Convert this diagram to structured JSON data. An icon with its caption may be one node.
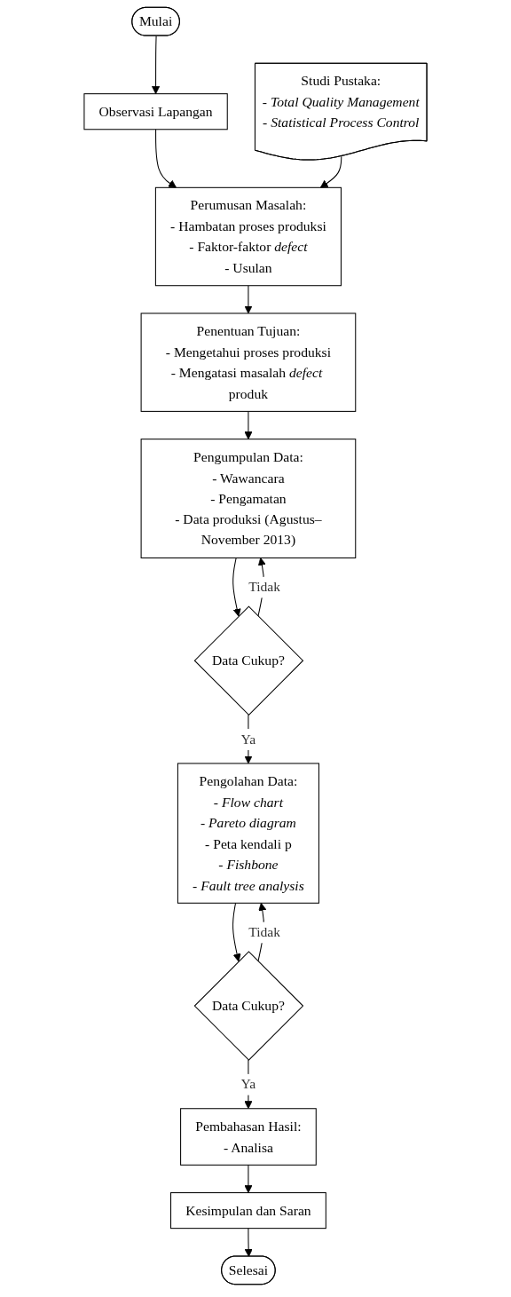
{
  "diagram": {
    "nodes": [
      {
        "text": [
          "Mulai"
        ]
      },
      {
        "text": [
          "Observasi Lapangan"
        ]
      },
      {
        "text": [
          "Studi Pustaka:",
          "- *Total Quality Management*",
          "- *Statistical Process Control*"
        ]
      },
      {
        "text": [
          "Perumusan Masalah:",
          "- Hambatan proses produksi",
          "- Faktor-faktor *defect*",
          "- Usulan"
        ]
      },
      {
        "text": [
          "Penentuan Tujuan:",
          "- Mengetahui proses produksi",
          "- Mengatasi masalah *defect* produk"
        ]
      },
      {
        "text": [
          "Pengumpulan Data:",
          "- Wawancara",
          "- Pengamatan",
          "- Data produksi (Agustus–November 2013)"
        ]
      },
      {
        "text": [
          "Data Cukup?"
        ]
      },
      {
        "text": [
          "Pengolahan Data:",
          "- *Flow chart*",
          "- *Pareto diagram*",
          "- Peta kendali p",
          "- *Fishbone*",
          "- *Fault tree analysis*"
        ]
      },
      {
        "text": [
          "Data Cukup?"
        ]
      },
      {
        "text": [
          "Pembahasan Hasil:",
          "- Analisa"
        ]
      },
      {
        "text": [
          "Kesimpulan dan Saran"
        ]
      },
      {
        "text": [
          "Selesai"
        ]
      }
    ],
    "edges": [
      {
        "from": 0,
        "to": 1,
        "arrow": "to"
      },
      {
        "from": 1,
        "to": 3,
        "arrow": "to"
      },
      {
        "from": 2,
        "to": 3,
        "arrow": "to"
      },
      {
        "from": 3,
        "to": 4,
        "arrow": "to"
      },
      {
        "from": 4,
        "to": 5,
        "arrow": "to"
      },
      {
        "from": 5,
        "to": 6,
        "arrow": "to"
      },
      {
        "from": 6,
        "to": 5,
        "label": "Tidak",
        "arrow": "to"
      },
      {
        "from": 6,
        "to": 7,
        "label": "Ya",
        "arrow": "to"
      },
      {
        "from": 7,
        "to": 8,
        "arrow": "to"
      },
      {
        "from": 8,
        "to": 7,
        "label": "Tidak",
        "arrow": "to"
      },
      {
        "from": 8,
        "to": 9,
        "label": "Ya",
        "arrow": "to"
      },
      {
        "from": 9,
        "to": 10,
        "arrow": "to"
      },
      {
        "from": 10,
        "to": 11,
        "arrow": "to"
      }
    ]
  }
}
